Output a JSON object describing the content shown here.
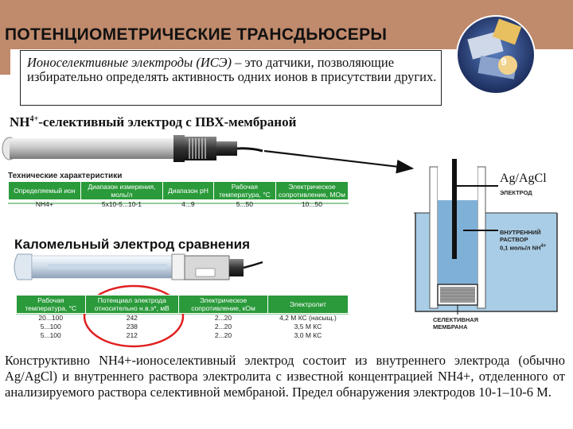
{
  "header": {
    "title": "ПОТЕНЦИОМЕТРИЧЕСКИЕ ТРАНСДЬЮСЕРЫ",
    "slide_number": "9"
  },
  "definition": {
    "term": "Ионоселективные электроды (ИСЭ)",
    "text": " – это датчики, позволяющие избирательно определять активность одних ионов в присутствии других."
  },
  "nh4_electrode": {
    "title_ion": "NH",
    "title_charge": "4+",
    "title_rest": "-селективный электрод с ПВХ-мембраной",
    "tech_label": "Технические характеристики",
    "headers": [
      "Определяемый ион",
      "Диапазон измерения, моль/л",
      "Диапазон pH",
      "Рабочая температура, °С",
      "Электрическое сопротивление, МОм"
    ],
    "row": [
      "NH4+",
      "5x10-5...10-1",
      "4...9",
      "5...50",
      "10...50"
    ]
  },
  "calomel_electrode": {
    "title": "Каломельный электрод сравнения",
    "headers": [
      "Рабочая температура, °С",
      "Потенциал электрода относительно н.в.э*, мВ",
      "Электрическое сопротивление, кОм",
      "Электролит"
    ],
    "rows": [
      [
        "20...100",
        "242",
        "2...20",
        "4,2 М КС (насыщ.)"
      ],
      [
        "5...100",
        "238",
        "2...20",
        "3,5 М КС"
      ],
      [
        "5...100",
        "212",
        "2...20",
        "3,0 М КС"
      ]
    ]
  },
  "diagram": {
    "label_agcl": "Ag/AgCl",
    "label_electrode": "ЭЛЕКТРОД",
    "label_solution_1": "ВНУТРЕННИЙ",
    "label_solution_2": "РАСТВОР",
    "label_solution_3": "0,1 моль/л NH",
    "label_membrane_1": "СЕЛЕКТИВНАЯ",
    "label_membrane_2": "МЕМБРАНА"
  },
  "conclusion": {
    "text": "Конструктивно NH4+-ионоселективный электрод состоит из внутреннего электрода (обычно Ag/AgCl) и внутреннего раствора электролита с известной концентрацией NH4+, отделенного от анализируемого раствора селективной мембраной. Предел обнаружения электродов 10-1–10-6 М."
  },
  "colors": {
    "header_bar": "#c08a6c",
    "table_header": "#2a9a3a",
    "highlight_circle": "#e02020",
    "solution_blue": "#a9cde6"
  }
}
